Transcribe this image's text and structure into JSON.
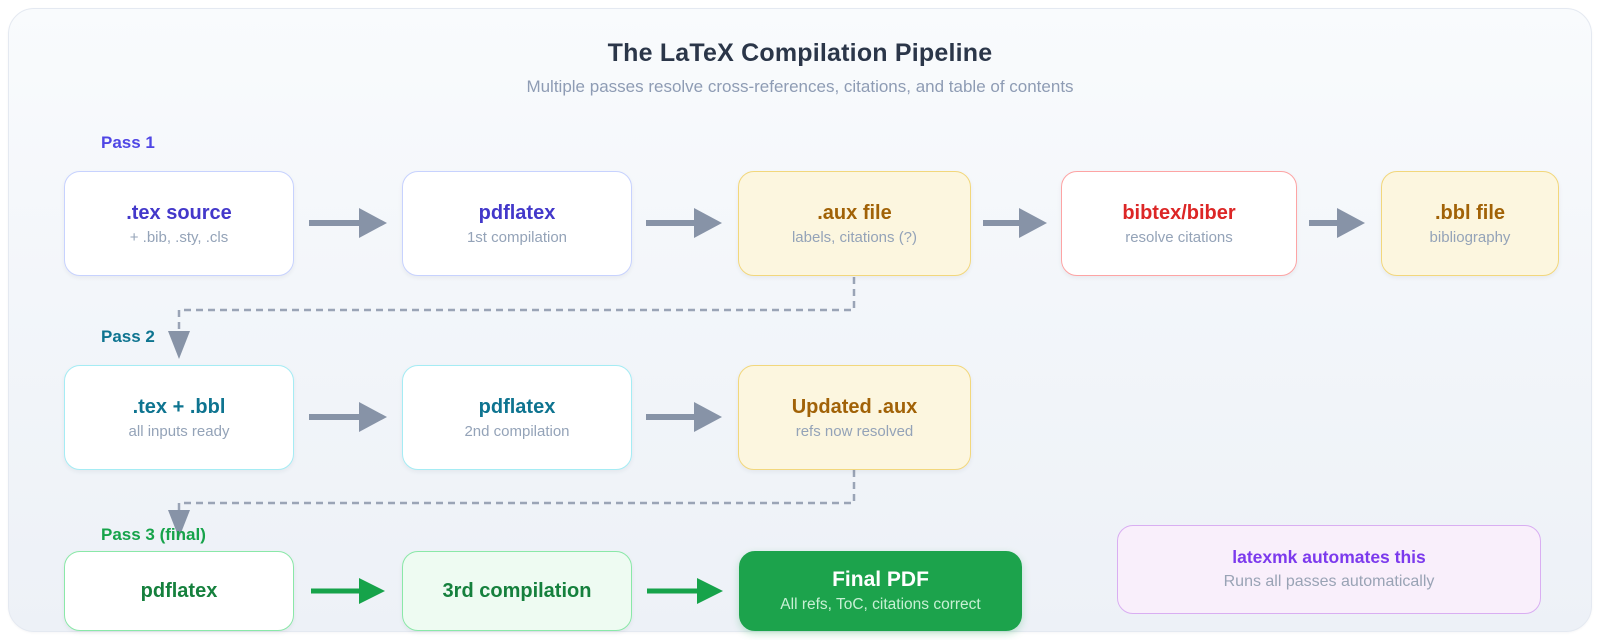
{
  "header": {
    "title": "The LaTeX Compilation Pipeline",
    "subtitle": "Multiple passes resolve cross-references, citations, and table of contents"
  },
  "passes": {
    "pass1": {
      "label": "Pass 1",
      "tex_source": {
        "title": ".tex source",
        "subtitle": "+ .bib, .sty, .cls"
      },
      "pdflatex": {
        "title": "pdflatex",
        "subtitle": "1st compilation"
      },
      "aux_file": {
        "title": ".aux file",
        "subtitle": "labels, citations (?)"
      },
      "bibtex": {
        "title": "bibtex/biber",
        "subtitle": "resolve citations"
      },
      "bbl_file": {
        "title": ".bbl file",
        "subtitle": "bibliography"
      }
    },
    "pass2": {
      "label": "Pass 2",
      "tex_bbl": {
        "title": ".tex + .bbl",
        "subtitle": "all inputs ready"
      },
      "pdflatex": {
        "title": "pdflatex",
        "subtitle": "2nd compilation"
      },
      "updated_aux": {
        "title": "Updated .aux",
        "subtitle": "refs now resolved"
      }
    },
    "pass3": {
      "label": "Pass 3 (final)",
      "pdflatex": {
        "title": "pdflatex"
      },
      "third_compilation": {
        "title": "3rd compilation"
      },
      "final_pdf": {
        "title": "Final PDF",
        "subtitle": "All refs, ToC, citations correct"
      }
    }
  },
  "note": {
    "title": "latexmk automates this",
    "subtitle": "Runs all passes automatically"
  },
  "colors": {
    "indigo_text": "#4338ca",
    "teal_text": "#0e7490",
    "green_text": "#15803d",
    "gold_text": "#a16207",
    "red_text": "#dc2626",
    "purple_text": "#7c3aed",
    "final_pdf_bg": "#1ca34c",
    "muted_text": "#94a3b8",
    "arrow_gray": "#8793a7",
    "arrow_green": "#16a34a",
    "dashed_connector": "#9aa4b6"
  }
}
